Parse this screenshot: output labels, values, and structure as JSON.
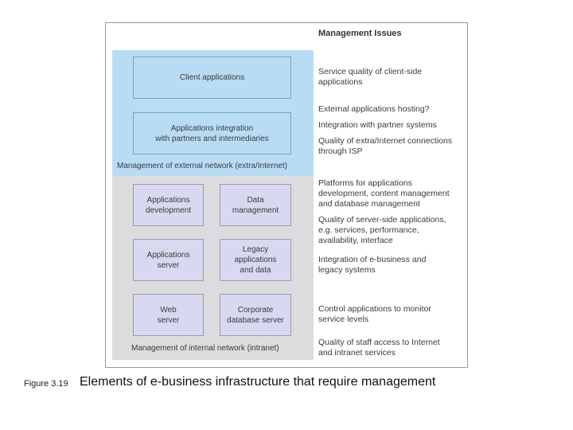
{
  "diagram": {
    "issues_heading": "Management Issues",
    "external_region_label": "Management of external network (extra/Internet)",
    "internal_region_label": "Management of internal network (intranet)",
    "boxes": {
      "client_applications": "Client applications",
      "applications_integration": "Applications integration\nwith partners and intermediaries",
      "applications_development": "Applications\ndevelopment",
      "data_management": "Data\nmanagement",
      "applications_server": "Applications\nserver",
      "legacy_applications": "Legacy\napplications\nand data",
      "web_server": "Web\nserver",
      "corporate_database_server": "Corporate\ndatabase server"
    },
    "issues": [
      "Service quality of client-side\napplications",
      "External applications hosting?",
      "Integration with partner systems",
      "Quality of extra/Internet connections\nthrough ISP",
      "Platforms for applications\ndevelopment, content management\nand database management",
      "Quality of server-side applications,\ne.g. services, performance,\navailability, interface",
      "Integration of e-business and\nlegacy systems",
      "Control applications to monitor\nservice levels",
      "Quality of staff access to Internet\nand intranet services"
    ]
  },
  "figure": {
    "number": "Figure 3.19",
    "caption": "Elements of e-business infrastructure that require management"
  }
}
